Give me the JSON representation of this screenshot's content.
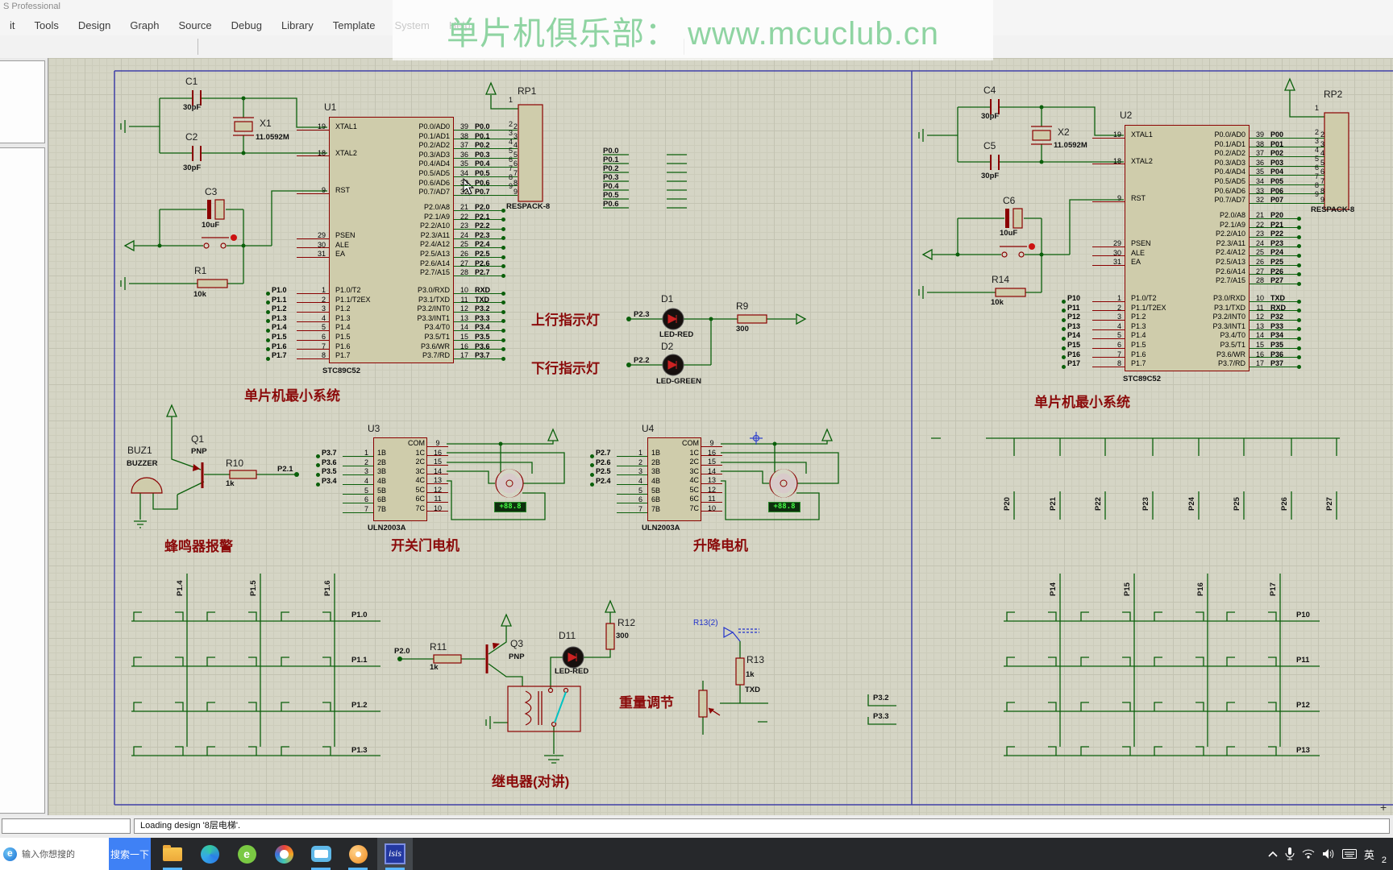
{
  "window": {
    "title": "S Professional",
    "menus": [
      "it",
      "Tools",
      "Design",
      "Graph",
      "Source",
      "Debug",
      "Library",
      "Template",
      "System",
      "Help"
    ]
  },
  "watermark": "单片机俱乐部： www.mcuclub.cn",
  "statusbar": {
    "text": "Loading design '8层电梯'."
  },
  "taskbar": {
    "search": "输入你想搜的",
    "search_btn": "搜索一下",
    "isis": "isis",
    "ime": "英",
    "clock": "2"
  },
  "u1": {
    "ref": "U1",
    "part": "STC89C52",
    "xtal": [
      {
        "n": "19",
        "nm": "XTAL1"
      },
      {
        "n": "18",
        "nm": "XTAL2"
      }
    ],
    "rst": [
      {
        "n": "9",
        "nm": "RST"
      }
    ],
    "ctrl": [
      {
        "n": "29",
        "nm": "PSEN"
      },
      {
        "n": "30",
        "nm": "ALE"
      },
      {
        "n": "31",
        "nm": "EA"
      }
    ],
    "p1": [
      {
        "net": "P1.0",
        "n": "1",
        "nm": "P1.0/T2"
      },
      {
        "net": "P1.1",
        "n": "2",
        "nm": "P1.1/T2EX"
      },
      {
        "net": "P1.2",
        "n": "3",
        "nm": "P1.2"
      },
      {
        "net": "P1.3",
        "n": "4",
        "nm": "P1.3"
      },
      {
        "net": "P1.4",
        "n": "5",
        "nm": "P1.4"
      },
      {
        "net": "P1.5",
        "n": "6",
        "nm": "P1.5"
      },
      {
        "net": "P1.6",
        "n": "7",
        "nm": "P1.6"
      },
      {
        "net": "P1.7",
        "n": "8",
        "nm": "P1.7"
      }
    ],
    "p0": [
      {
        "n": "39",
        "nm": "P0.0/AD0",
        "net": "P0.0",
        "rp": "2"
      },
      {
        "n": "38",
        "nm": "P0.1/AD1",
        "net": "P0.1",
        "rp": "3"
      },
      {
        "n": "37",
        "nm": "P0.2/AD2",
        "net": "P0.2",
        "rp": "4"
      },
      {
        "n": "36",
        "nm": "P0.3/AD3",
        "net": "P0.3",
        "rp": "5"
      },
      {
        "n": "35",
        "nm": "P0.4/AD4",
        "net": "P0.4",
        "rp": "6"
      },
      {
        "n": "34",
        "nm": "P0.5/AD5",
        "net": "P0.5",
        "rp": "7"
      },
      {
        "n": "33",
        "nm": "P0.6/AD6",
        "net": "P0.6",
        "rp": "8"
      },
      {
        "n": "32",
        "nm": "P0.7/AD7",
        "net": "P0.7",
        "rp": "9"
      }
    ],
    "p2": [
      {
        "n": "21",
        "nm": "P2.0/A8",
        "net": "P2.0"
      },
      {
        "n": "22",
        "nm": "P2.1/A9",
        "net": "P2.1"
      },
      {
        "n": "23",
        "nm": "P2.2/A10",
        "net": "P2.2"
      },
      {
        "n": "24",
        "nm": "P2.3/A11",
        "net": "P2.3"
      },
      {
        "n": "25",
        "nm": "P2.4/A12",
        "net": "P2.4"
      },
      {
        "n": "26",
        "nm": "P2.5/A13",
        "net": "P2.5"
      },
      {
        "n": "27",
        "nm": "P2.6/A14",
        "net": "P2.6"
      },
      {
        "n": "28",
        "nm": "P2.7/A15",
        "net": "P2.7"
      }
    ],
    "p3": [
      {
        "n": "10",
        "nm": "P3.0/RXD",
        "net": "RXD"
      },
      {
        "n": "11",
        "nm": "P3.1/TXD",
        "net": "TXD"
      },
      {
        "n": "12",
        "nm": "P3.2/INT0",
        "net": "P3.2"
      },
      {
        "n": "13",
        "nm": "P3.3/INT1",
        "net": "P3.3"
      },
      {
        "n": "14",
        "nm": "P3.4/T0",
        "net": "P3.4"
      },
      {
        "n": "15",
        "nm": "P3.5/T1",
        "net": "P3.5"
      },
      {
        "n": "16",
        "nm": "P3.6/WR",
        "net": "P3.6"
      },
      {
        "n": "17",
        "nm": "P3.7/RD",
        "net": "P3.7"
      }
    ]
  },
  "u2": {
    "ref": "U2",
    "part": "STC89C52",
    "xtal": [
      {
        "n": "19",
        "nm": "XTAL1"
      },
      {
        "n": "18",
        "nm": "XTAL2"
      }
    ],
    "rst": [
      {
        "n": "9",
        "nm": "RST"
      }
    ],
    "ctrl": [
      {
        "n": "29",
        "nm": "PSEN"
      },
      {
        "n": "30",
        "nm": "ALE"
      },
      {
        "n": "31",
        "nm": "EA"
      }
    ],
    "p1": [
      {
        "net": "P10",
        "n": "1",
        "nm": "P1.0/T2"
      },
      {
        "net": "P11",
        "n": "2",
        "nm": "P1.1/T2EX"
      },
      {
        "net": "P12",
        "n": "3",
        "nm": "P1.2"
      },
      {
        "net": "P13",
        "n": "4",
        "nm": "P1.3"
      },
      {
        "net": "P14",
        "n": "5",
        "nm": "P1.4"
      },
      {
        "net": "P15",
        "n": "6",
        "nm": "P1.5"
      },
      {
        "net": "P16",
        "n": "7",
        "nm": "P1.6"
      },
      {
        "net": "P17",
        "n": "8",
        "nm": "P1.7"
      }
    ],
    "p0": [
      {
        "n": "39",
        "nm": "P0.0/AD0",
        "net": "P00",
        "rp": "2"
      },
      {
        "n": "38",
        "nm": "P0.1/AD1",
        "net": "P01",
        "rp": "3"
      },
      {
        "n": "37",
        "nm": "P0.2/AD2",
        "net": "P02",
        "rp": "4"
      },
      {
        "n": "36",
        "nm": "P0.3/AD3",
        "net": "P03",
        "rp": "5"
      },
      {
        "n": "35",
        "nm": "P0.4/AD4",
        "net": "P04",
        "rp": "6"
      },
      {
        "n": "34",
        "nm": "P0.5/AD5",
        "net": "P05",
        "rp": "7"
      },
      {
        "n": "33",
        "nm": "P0.6/AD6",
        "net": "P06",
        "rp": "8"
      },
      {
        "n": "32",
        "nm": "P0.7/AD7",
        "net": "P07",
        "rp": "9"
      }
    ],
    "p2": [
      {
        "n": "21",
        "nm": "P2.0/A8",
        "net": "P20"
      },
      {
        "n": "22",
        "nm": "P2.1/A9",
        "net": "P21"
      },
      {
        "n": "23",
        "nm": "P2.2/A10",
        "net": "P22"
      },
      {
        "n": "24",
        "nm": "P2.3/A11",
        "net": "P23"
      },
      {
        "n": "25",
        "nm": "P2.4/A12",
        "net": "P24"
      },
      {
        "n": "26",
        "nm": "P2.5/A13",
        "net": "P25"
      },
      {
        "n": "27",
        "nm": "P2.6/A14",
        "net": "P26"
      },
      {
        "n": "28",
        "nm": "P2.7/A15",
        "net": "P27"
      }
    ],
    "p3": [
      {
        "n": "10",
        "nm": "P3.0/RXD",
        "net": "TXD"
      },
      {
        "n": "11",
        "nm": "P3.1/TXD",
        "net": "RXD"
      },
      {
        "n": "12",
        "nm": "P3.2/INT0",
        "net": "P32"
      },
      {
        "n": "13",
        "nm": "P3.3/INT1",
        "net": "P33"
      },
      {
        "n": "14",
        "nm": "P3.4/T0",
        "net": "P34"
      },
      {
        "n": "15",
        "nm": "P3.5/T1",
        "net": "P35"
      },
      {
        "n": "16",
        "nm": "P3.6/WR",
        "net": "P36"
      },
      {
        "n": "17",
        "nm": "P3.7/RD",
        "net": "P37"
      }
    ]
  },
  "u3": {
    "l": [
      {
        "net": "P3.7",
        "n": "1"
      },
      {
        "net": "P3.6",
        "n": "2"
      },
      {
        "net": "P3.5",
        "n": "3"
      },
      {
        "net": "P3.4",
        "n": "4"
      },
      {
        "net": "",
        "n": "5"
      },
      {
        "net": "",
        "n": "6"
      },
      {
        "net": "",
        "n": "7"
      }
    ],
    "lnames": [
      "1B",
      "2B",
      "3B",
      "4B",
      "5B",
      "6B",
      "7B"
    ],
    "r": [
      {
        "nm": "COM",
        "n": "9"
      },
      {
        "nm": "1C",
        "n": "16"
      },
      {
        "nm": "2C",
        "n": "15"
      },
      {
        "nm": "3C",
        "n": "14"
      },
      {
        "nm": "4C",
        "n": "13"
      },
      {
        "nm": "5C",
        "n": "12"
      },
      {
        "nm": "6C",
        "n": "11"
      },
      {
        "nm": "7C",
        "n": "10"
      }
    ]
  },
  "u4": {
    "l": [
      {
        "net": "P2.7",
        "n": "1"
      },
      {
        "net": "P2.6",
        "n": "2"
      },
      {
        "net": "P2.5",
        "n": "3"
      },
      {
        "net": "P2.4",
        "n": "4"
      },
      {
        "net": "",
        "n": "5"
      },
      {
        "net": "",
        "n": "6"
      },
      {
        "net": "",
        "n": "7"
      }
    ],
    "lnames": [
      "1B",
      "2B",
      "3B",
      "4B",
      "5B",
      "6B",
      "7B"
    ],
    "r": [
      {
        "nm": "COM",
        "n": "9"
      },
      {
        "nm": "1C",
        "n": "16"
      },
      {
        "nm": "2C",
        "n": "15"
      },
      {
        "nm": "3C",
        "n": "14"
      },
      {
        "nm": "4C",
        "n": "13"
      },
      {
        "nm": "5C",
        "n": "12"
      },
      {
        "nm": "6C",
        "n": "11"
      },
      {
        "nm": "7C",
        "n": "10"
      }
    ]
  },
  "texts": [
    {
      "t": "C1",
      "s": "left:230px;top:94px",
      "c": "ann ref"
    },
    {
      "t": "C2",
      "s": "left:230px;top:163px",
      "c": "ann ref"
    },
    {
      "t": "C3",
      "s": "left:254px;top:231px",
      "c": "ann ref"
    },
    {
      "t": "X1",
      "s": "left:322px;top:146px",
      "c": "ann ref"
    },
    {
      "t": "R1",
      "s": "left:241px;top:329px",
      "c": "ann ref"
    },
    {
      "t": "RP1",
      "s": "left:642px;top:106px",
      "c": "ann ref"
    },
    {
      "t": "BUZ1",
      "s": "left:158px;top:552px",
      "c": "ann ref"
    },
    {
      "t": "Q1",
      "s": "left:237px;top:538px",
      "c": "ann ref"
    },
    {
      "t": "R10",
      "s": "left:280px;top:568px",
      "c": "ann ref"
    },
    {
      "t": "U3",
      "s": "left:456px;top:525px",
      "c": "ann ref"
    },
    {
      "t": "U4",
      "s": "left:796px;top:525px",
      "c": "ann ref"
    },
    {
      "t": "D1",
      "s": "left:820px;top:364px",
      "c": "ann ref"
    },
    {
      "t": "D2",
      "s": "left:820px;top:423px",
      "c": "ann ref"
    },
    {
      "t": "R9",
      "s": "left:913px;top:373px",
      "c": "ann ref"
    },
    {
      "t": "R11",
      "s": "left:533px;top:796px",
      "c": "ann ref"
    },
    {
      "t": "Q3",
      "s": "left:633px;top:792px",
      "c": "ann ref"
    },
    {
      "t": "D11",
      "s": "left:693px;top:782px",
      "c": "ann ref"
    },
    {
      "t": "R12",
      "s": "left:766px;top:766px",
      "c": "ann ref"
    },
    {
      "t": "R13",
      "s": "left:926px;top:812px",
      "c": "ann ref"
    },
    {
      "t": "C4",
      "s": "left:1220px;top:105px",
      "c": "ann ref"
    },
    {
      "t": "C5",
      "s": "left:1220px;top:174px",
      "c": "ann ref"
    },
    {
      "t": "C6",
      "s": "left:1244px;top:242px",
      "c": "ann ref"
    },
    {
      "t": "X2",
      "s": "left:1312px;top:157px",
      "c": "ann ref"
    },
    {
      "t": "R14",
      "s": "left:1230px;top:340px",
      "c": "ann ref"
    },
    {
      "t": "RP2",
      "s": "left:1642px;top:110px",
      "c": "ann ref"
    },
    {
      "t": "30pF",
      "s": "left:227px;top:128px",
      "c": "ann val"
    },
    {
      "t": "30pF",
      "s": "left:227px;top:203px",
      "c": "ann val"
    },
    {
      "t": "10uF",
      "s": "left:250px;top:274px",
      "c": "ann val"
    },
    {
      "t": "11.0592M",
      "s": "left:317px;top:165px",
      "c": "ann val"
    },
    {
      "t": "10k",
      "s": "left:240px;top:360px",
      "c": "ann val"
    },
    {
      "t": "RESPACK-8",
      "s": "left:628px;top:251px",
      "c": "ann val"
    },
    {
      "t": "PNP",
      "s": "left:237px;top:555px",
      "c": "ann val"
    },
    {
      "t": "BUZZER",
      "s": "left:157px;top:570px",
      "c": "ann val"
    },
    {
      "t": "1k",
      "s": "left:280px;top:595px",
      "c": "ann val"
    },
    {
      "t": "ULN2003A",
      "s": "left:456px;top:650px",
      "c": "ann val"
    },
    {
      "t": "ULN2003A",
      "s": "left:796px;top:650px",
      "c": "ann val"
    },
    {
      "t": "LED-RED",
      "s": "left:818px;top:410px",
      "c": "ann val"
    },
    {
      "t": "LED-GREEN",
      "s": "left:814px;top:468px",
      "c": "ann val"
    },
    {
      "t": "300",
      "s": "left:913px;top:403px",
      "c": "ann val"
    },
    {
      "t": "1k",
      "s": "left:533px;top:823px",
      "c": "ann val"
    },
    {
      "t": "PNP",
      "s": "left:631px;top:810px",
      "c": "ann val"
    },
    {
      "t": "LED-RED",
      "s": "left:688px;top:828px",
      "c": "ann val"
    },
    {
      "t": "300",
      "s": "left:764px;top:784px",
      "c": "ann val"
    },
    {
      "t": "1k",
      "s": "left:925px;top:832px",
      "c": "ann val"
    },
    {
      "t": "30pF",
      "s": "left:1217px;top:139px",
      "c": "ann val"
    },
    {
      "t": "30pF",
      "s": "left:1217px;top:213px",
      "c": "ann val"
    },
    {
      "t": "10uF",
      "s": "left:1240px;top:284px",
      "c": "ann val"
    },
    {
      "t": "11.0592M",
      "s": "left:1307px;top:175px",
      "c": "ann val"
    },
    {
      "t": "10k",
      "s": "left:1229px;top:370px",
      "c": "ann val"
    },
    {
      "t": "RESPACK-8",
      "s": "left:1626px;top:255px",
      "c": "ann val"
    },
    {
      "t": "P2.3",
      "s": "left:786px;top:385px",
      "c": "ann netl"
    },
    {
      "t": "P2.2",
      "s": "left:786px;top:442px",
      "c": "ann netl"
    },
    {
      "t": "P2.1",
      "s": "left:344px;top:577px",
      "c": "ann netl"
    },
    {
      "t": "P2.0",
      "s": "left:489px;top:803px",
      "c": "ann netl"
    },
    {
      "t": "TXD",
      "s": "left:924px;top:851px",
      "c": "ann netl"
    },
    {
      "t": "P3.2",
      "s": "left:1083px;top:861px",
      "c": "ann netl"
    },
    {
      "t": "P3.3",
      "s": "left:1083px;top:884px",
      "c": "ann netl"
    },
    {
      "t": "P0.0",
      "s": "left:748px;top:182px",
      "c": "ann netl"
    },
    {
      "t": "P0.1",
      "s": "left:748px;top:193px",
      "c": "ann netl"
    },
    {
      "t": "P0.2",
      "s": "left:748px;top:204px",
      "c": "ann netl"
    },
    {
      "t": "P0.3",
      "s": "left:748px;top:215px",
      "c": "ann netl"
    },
    {
      "t": "P0.4",
      "s": "left:748px;top:226px",
      "c": "ann netl"
    },
    {
      "t": "P0.5",
      "s": "left:748px;top:237px",
      "c": "ann netl"
    },
    {
      "t": "P0.6",
      "s": "left:748px;top:248px",
      "c": "ann netl"
    },
    {
      "t": "P1.0",
      "s": "left:436px;top:758px",
      "c": "ann netl"
    },
    {
      "t": "P1.1",
      "s": "left:436px;top:814px",
      "c": "ann netl"
    },
    {
      "t": "P1.2",
      "s": "left:436px;top:870px",
      "c": "ann netl"
    },
    {
      "t": "P1.3",
      "s": "left:436px;top:926px",
      "c": "ann netl"
    },
    {
      "t": "P10",
      "s": "left:1608px;top:758px",
      "c": "ann netl"
    },
    {
      "t": "P11",
      "s": "left:1608px;top:814px",
      "c": "ann netl"
    },
    {
      "t": "P12",
      "s": "left:1608px;top:870px",
      "c": "ann netl"
    },
    {
      "t": "P13",
      "s": "left:1608px;top:926px",
      "c": "ann netl"
    },
    {
      "t": "1",
      "s": "left:631px;top:119px",
      "c": "ann pnum"
    },
    {
      "t": "2",
      "s": "left:631px;top:149px",
      "c": "ann pnum"
    },
    {
      "t": "3",
      "s": "left:631px;top:160px",
      "c": "ann pnum"
    },
    {
      "t": "4",
      "s": "left:631px;top:171px",
      "c": "ann pnum"
    },
    {
      "t": "5",
      "s": "left:631px;top:182px",
      "c": "ann pnum"
    },
    {
      "t": "6",
      "s": "left:631px;top:193px",
      "c": "ann pnum"
    },
    {
      "t": "7",
      "s": "left:631px;top:204px",
      "c": "ann pnum"
    },
    {
      "t": "8",
      "s": "left:631px;top:215px",
      "c": "ann pnum"
    },
    {
      "t": "9",
      "s": "left:631px;top:226px",
      "c": "ann pnum"
    },
    {
      "t": "1",
      "s": "left:1631px;top:129px",
      "c": "ann pnum"
    },
    {
      "t": "2",
      "s": "left:1631px;top:159px",
      "c": "ann pnum"
    },
    {
      "t": "3",
      "s": "left:1631px;top:170px",
      "c": "ann pnum"
    },
    {
      "t": "4",
      "s": "left:1631px;top:181px",
      "c": "ann pnum"
    },
    {
      "t": "5",
      "s": "left:1631px;top:192px",
      "c": "ann pnum"
    },
    {
      "t": "6",
      "s": "left:1631px;top:203px",
      "c": "ann pnum"
    },
    {
      "t": "7",
      "s": "left:1631px;top:214px",
      "c": "ann pnum"
    },
    {
      "t": "8",
      "s": "left:1631px;top:225px",
      "c": "ann pnum"
    },
    {
      "t": "9",
      "s": "left:1631px;top:236px",
      "c": "ann pnum"
    },
    {
      "t": "P1.4",
      "s": "left:230px;top:728px",
      "c": "ann vlbl"
    },
    {
      "t": "P1.5",
      "s": "left:321px;top:728px",
      "c": "ann vlbl"
    },
    {
      "t": "P1.6",
      "s": "left:413px;top:728px",
      "c": "ann vlbl"
    },
    {
      "t": "P14",
      "s": "left:1313px;top:728px",
      "c": "ann vlbl"
    },
    {
      "t": "P15",
      "s": "left:1405px;top:728px",
      "c": "ann vlbl"
    },
    {
      "t": "P16",
      "s": "left:1496px;top:728px",
      "c": "ann vlbl"
    },
    {
      "t": "P17",
      "s": "left:1586px;top:728px",
      "c": "ann vlbl"
    },
    {
      "t": "P20",
      "s": "left:1256px;top:622px",
      "c": "ann vlbl"
    },
    {
      "t": "P21",
      "s": "left:1313px;top:622px",
      "c": "ann vlbl"
    },
    {
      "t": "P22",
      "s": "left:1369px;top:622px",
      "c": "ann vlbl"
    },
    {
      "t": "P23",
      "s": "left:1428px;top:622px",
      "c": "ann vlbl"
    },
    {
      "t": "P24",
      "s": "left:1485px;top:622px",
      "c": "ann vlbl"
    },
    {
      "t": "P25",
      "s": "left:1541px;top:622px",
      "c": "ann vlbl"
    },
    {
      "t": "P26",
      "s": "left:1600px;top:622px",
      "c": "ann vlbl"
    },
    {
      "t": "P27",
      "s": "left:1656px;top:622px",
      "c": "ann vlbl"
    },
    {
      "t": "上行指示灯",
      "s": "left:659px;top:383px",
      "c": "ann cn"
    },
    {
      "t": "下行指示灯",
      "s": "left:659px;top:443px",
      "c": "ann cn"
    },
    {
      "t": "单片机最小系统",
      "s": "left:303px;top:477px",
      "c": "ann cn"
    },
    {
      "t": "蜂鸣器报警",
      "s": "left:204px;top:664px",
      "c": "ann cn"
    },
    {
      "t": "开关门电机",
      "s": "left:485px;top:663px",
      "c": "ann cn"
    },
    {
      "t": "升降电机",
      "s": "left:860px;top:663px",
      "c": "ann cn"
    },
    {
      "t": "继电器(对讲)",
      "s": "left:610px;top:956px",
      "c": "ann cn"
    },
    {
      "t": "重量调节",
      "s": "left:768px;top:858px",
      "c": "ann cn"
    },
    {
      "t": "单片机最小系统",
      "s": "left:1283px;top:485px",
      "c": "ann cn"
    },
    {
      "t": "R13(2)",
      "s": "left:860px;top:768px",
      "c": "ann blu"
    },
    {
      "t": "+88.8",
      "s": "left:613px;top:623px;width:38px",
      "c": "ann seg"
    },
    {
      "t": "+88.8",
      "s": "left:953px;top:623px;width:38px",
      "c": "ann seg"
    },
    {
      "t": "+",
      "s": "left:1712px;top:994px",
      "c": "ann plus"
    }
  ]
}
